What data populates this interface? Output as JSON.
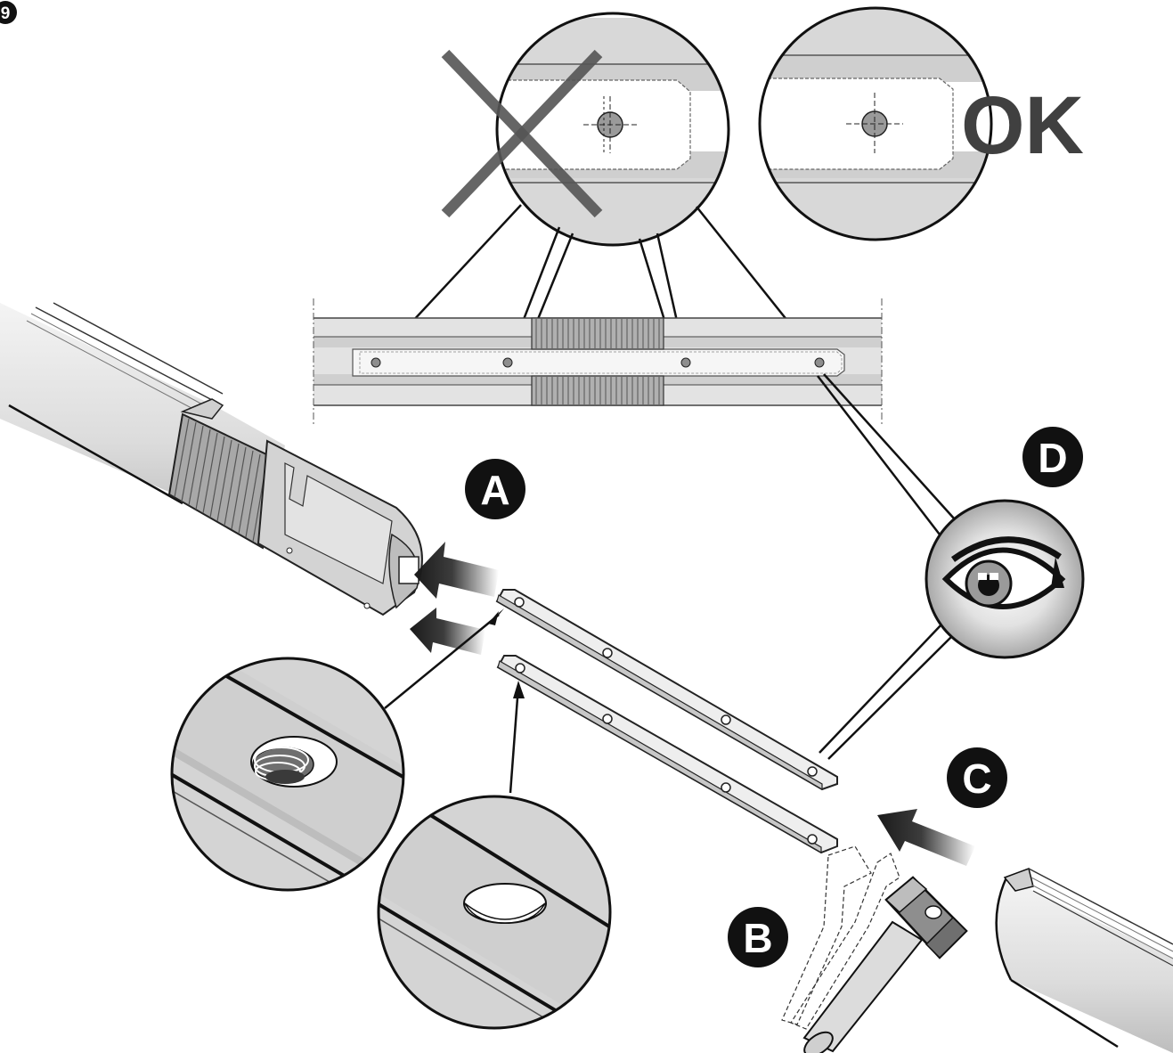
{
  "figure": {
    "number": "9",
    "ok_label": "OK",
    "callouts": {
      "a": "A",
      "b": "B",
      "c": "C",
      "d": "D"
    }
  },
  "colors": {
    "ink": "#111111",
    "metal_light": "#e3e3e3",
    "metal_mid": "#c9c9c9",
    "metal_dark": "#8e8e8e",
    "cross": "#555555",
    "ok": "#404040",
    "arrow": "#1a1a1a"
  },
  "icons": [
    "eye-icon",
    "hammer-icon",
    "arrow-icon",
    "cross-icon"
  ]
}
